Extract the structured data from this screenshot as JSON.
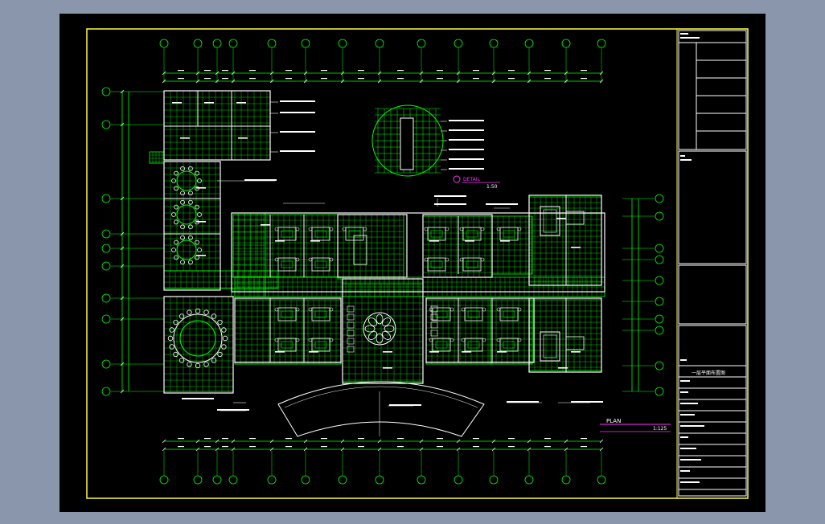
{
  "viewport": {
    "background": "#8a96ab",
    "canvas": "#000000"
  },
  "colors": {
    "frame": "#ffff33",
    "grid": "#00ff00",
    "wall": "#ffffff",
    "label": "#ffffff",
    "detail_label": "#ff33ff",
    "title_line": "#ff33ff"
  },
  "drawing": {
    "plan_label": "PLAN",
    "plan_scale": "1:125",
    "detail_label": "DETAIL",
    "detail_scale": "1:50",
    "floor_title": "一层平面布置图",
    "sheet_title": "一层平面布置图"
  },
  "title_block": {
    "rows": [
      "",
      "",
      "",
      "",
      "",
      "",
      "",
      "",
      "",
      ""
    ]
  }
}
